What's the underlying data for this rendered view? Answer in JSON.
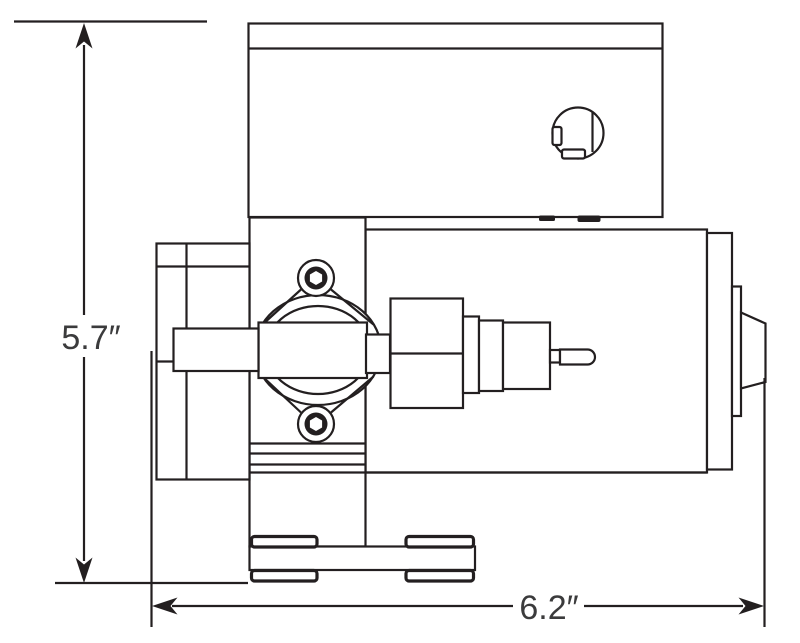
{
  "figure": {
    "type": "technical-drawing",
    "subject": "pump-motor-assembly-side-view",
    "background_color": "#ffffff",
    "line_color": "#231f20",
    "text_color": "#3b3b3c"
  },
  "dimensions": {
    "height": {
      "label": "5.7″"
    },
    "width": {
      "label": "6.2″"
    }
  }
}
